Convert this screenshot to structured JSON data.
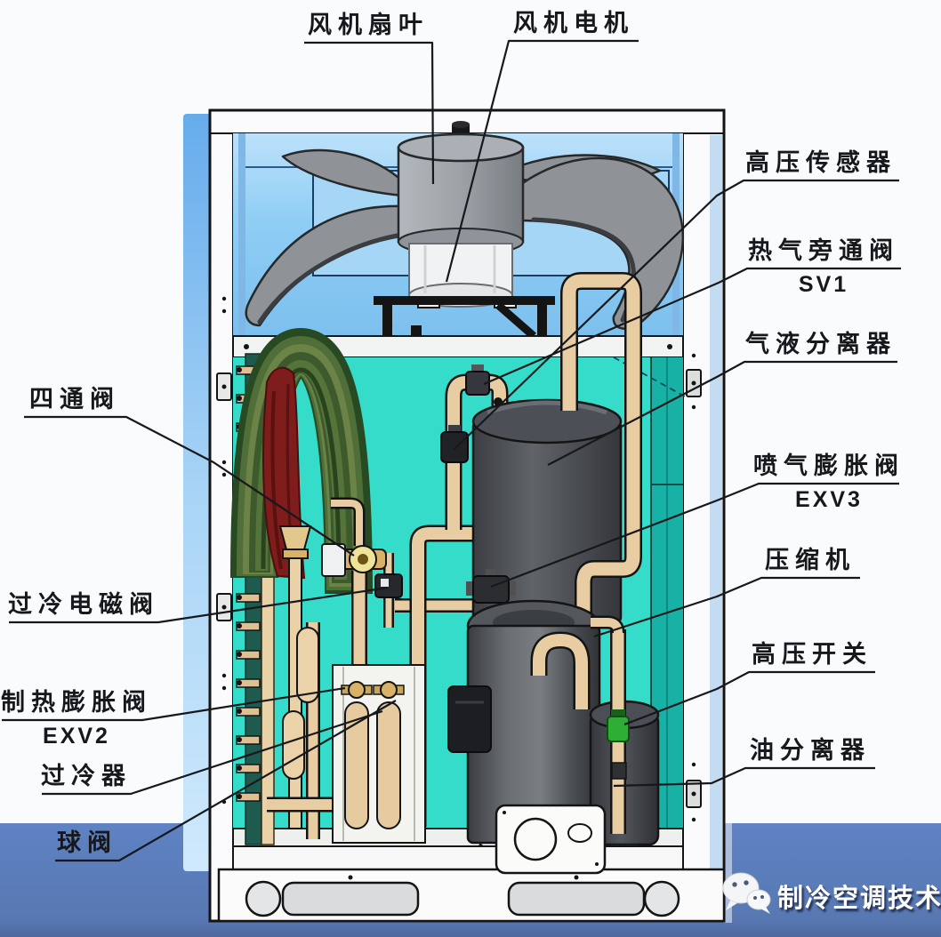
{
  "figure": {
    "type": "annotated-equipment-cutaway-diagram"
  },
  "labels": {
    "fan_blade": "风机扇叶",
    "fan_motor": "风机电机",
    "hp_sensor": "高压传感器",
    "hot_gas_bypass": "热气旁通阀",
    "hot_gas_bypass_sub": "SV1",
    "separator": "气液分离器",
    "evi_valve": "喷气膨胀阀",
    "evi_valve_sub": "EXV3",
    "compressor": "压缩机",
    "hp_switch": "高压开关",
    "oil_separator": "油分离器",
    "four_way_valve": "四通阀",
    "subcool_solenoid": "过冷电磁阀",
    "heating_exv": "制热膨胀阀",
    "heating_exv_sub": "EXV2",
    "subcooler": "过冷器",
    "ball_valve": "球阀"
  },
  "watermark": {
    "icon": "wechat-icon",
    "text": "制冷空调技术"
  },
  "colors": {
    "page_bg": "#fafbfc",
    "ground_blue": "#5e82c3",
    "cabinet_white": "#fbfbfd",
    "cabinet_side_blue": "#6fb2ee",
    "fan_bay_sky": "#8ecdf4",
    "fan_gray": "#8f9397",
    "compartment_teal": "#35dcc9",
    "panel_teal_dark": "#17b2a5",
    "pipe_copper": "#e9cda2",
    "coil_green": "#4f6e38",
    "coil_red": "#7e1d1b",
    "compressor_gray": "#55585c",
    "valve_green": "#2fae36",
    "valve_yellow": "#efe39a",
    "line_black": "#17181c",
    "watermark_white": "#ffffff"
  }
}
